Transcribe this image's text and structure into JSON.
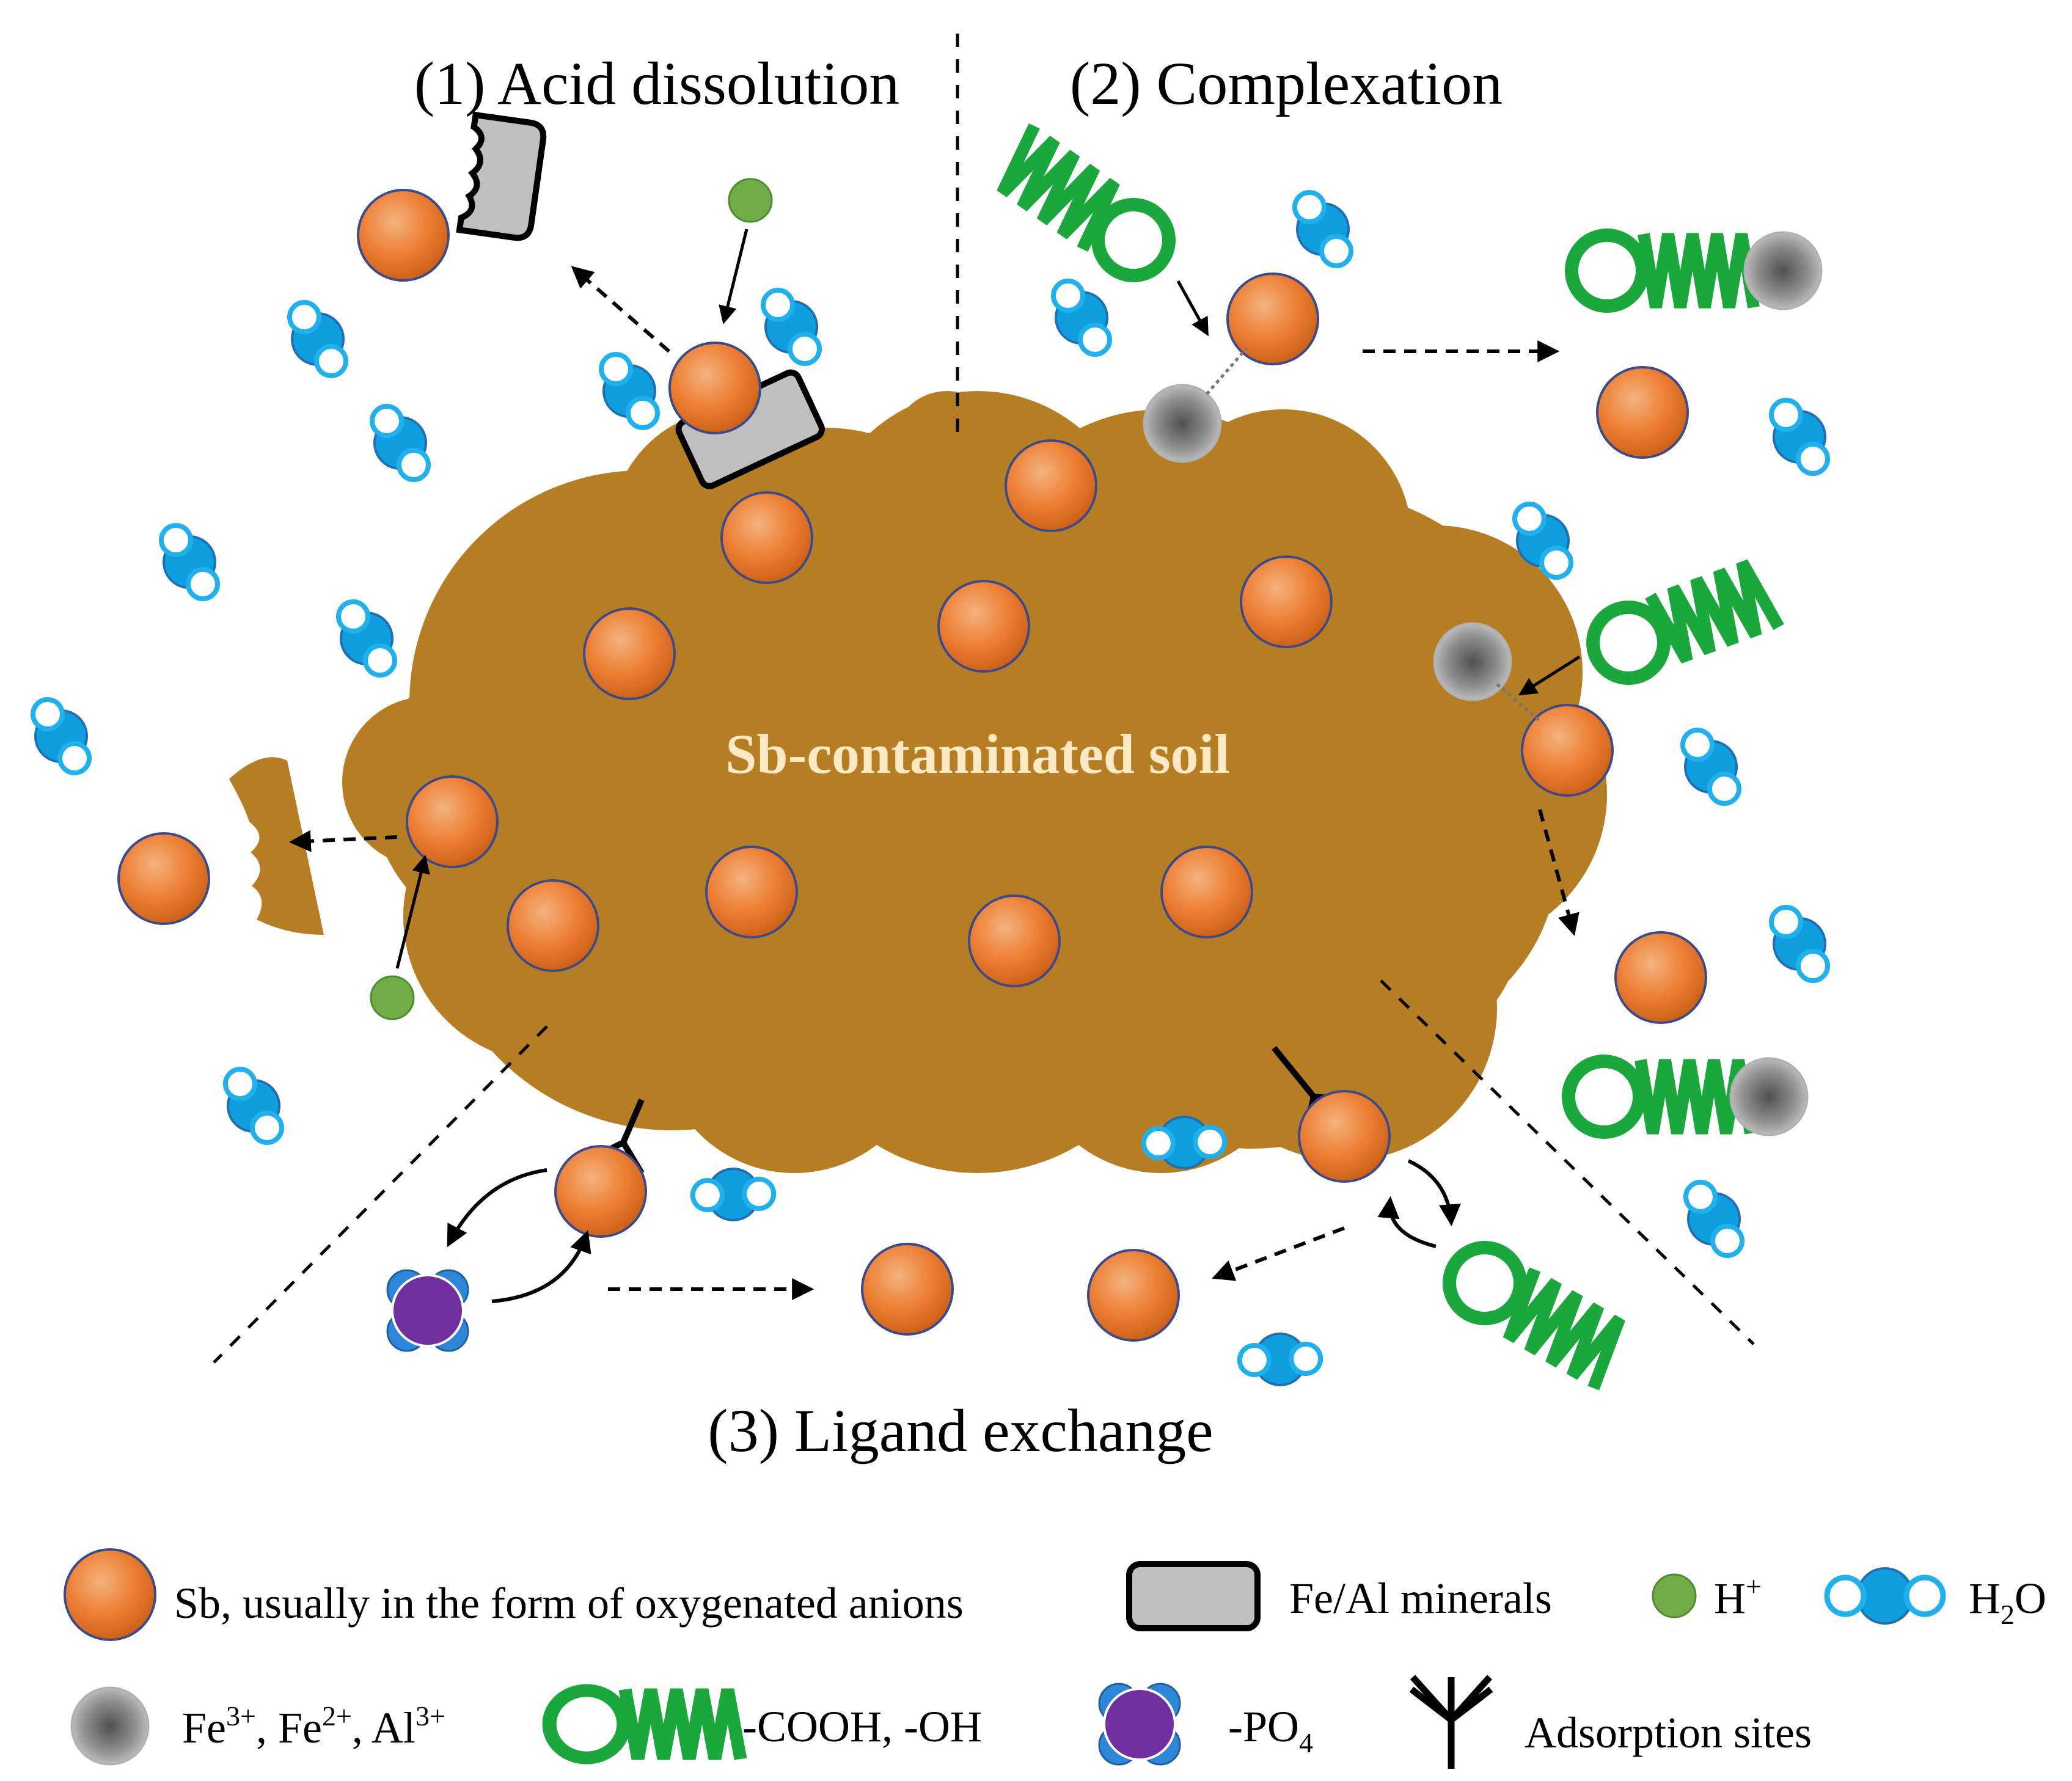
{
  "headings": {
    "acid": "(1) Acid dissolution",
    "complexation": "(2) Complexation",
    "ligand": "(3) Ligand exchange"
  },
  "soil_label": "Sb-contaminated soil",
  "legend": {
    "sb": "Sb, usually in the form of oxygenated anions",
    "fe_al_minerals": "Fe/Al minerals",
    "h_plus": {
      "base": "H",
      "sup": "+"
    },
    "h2o": {
      "base": "H",
      "sub": "2",
      "tail": "O"
    },
    "metal_ions": {
      "p1": "Fe",
      "s1": "3+",
      "p2": ", Fe",
      "s2": "2+",
      "p3": ", Al",
      "s3": "3+"
    },
    "organic_groups": "-COOH, -OH",
    "phosphate": {
      "base": "-PO",
      "sub": "4"
    },
    "adsorption_sites": "Adsorption sites"
  },
  "colors": {
    "soil": "#b57e22",
    "sb_particle": "#ec7d32",
    "fe_al_mineral": "#bfbfbf",
    "h_plus": "#70ad47",
    "water": "#0f9ee0",
    "metal_ion": "#8c8c8c",
    "organic_chain": "#1aa83c",
    "phosphate_core": "#7030a0",
    "soil_label_text": "#fde9c4"
  },
  "icons": [
    "sb-particle-icon",
    "fe-al-mineral-icon",
    "h-plus-icon",
    "water-molecule-icon",
    "metal-ion-icon",
    "organic-ligand-icon",
    "phosphate-icon",
    "adsorption-site-icon"
  ]
}
